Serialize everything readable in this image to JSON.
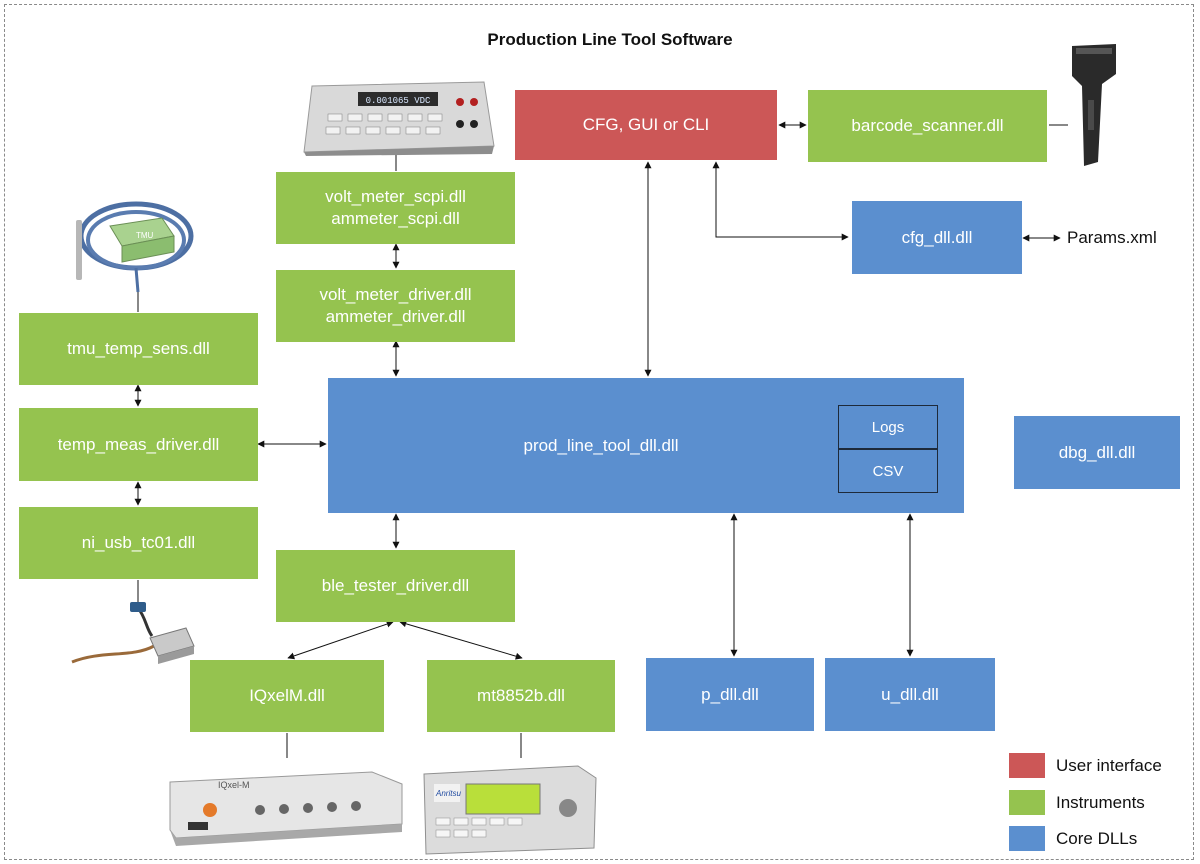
{
  "title": "Production Line Tool Software",
  "nodes": {
    "cfg_gui_cli": "CFG, GUI or CLI",
    "barcode_scanner": "barcode_scanner.dll",
    "cfg_dll": "cfg_dll.dll",
    "params_xml": "Params.xml",
    "volt_meter_scpi": "volt_meter_scpi.dll\nammeter_scpi.dll",
    "volt_meter_driver": "volt_meter_driver.dll\nammeter_driver.dll",
    "tmu_temp_sens": "tmu_temp_sens.dll",
    "temp_meas_driver": "temp_meas_driver.dll",
    "ni_usb_tc01": "ni_usb_tc01.dll",
    "prod_line_tool": "prod_line_tool_dll.dll",
    "logs": "Logs",
    "csv": "CSV",
    "dbg_dll": "dbg_dll.dll",
    "ble_tester_driver": "ble_tester_driver.dll",
    "iqxel": "IQxelM.dll",
    "mt8852b": "mt8852b.dll",
    "p_dll": "p_dll.dll",
    "u_dll": "u_dll.dll"
  },
  "images": {
    "multimeter": "multimeter-icon",
    "tmu_sensor": "tmu-sensor-icon",
    "thermocouple": "thermocouple-icon",
    "barcode_scanner": "barcode-scanner-icon",
    "iqxel_device": "iqxel-tester-icon",
    "anritsu_device": "anritsu-tester-icon",
    "iqxel_brand": "IQxel-M",
    "tmu_brand": "TMU",
    "anritsu_brand": "Anritsu",
    "multimeter_display": "0.001065 VDC"
  },
  "legend": [
    {
      "label": "User interface",
      "color": "#cc5757"
    },
    {
      "label": "Instruments",
      "color": "#95c34f"
    },
    {
      "label": "Core DLLs",
      "color": "#5b8fcf"
    }
  ],
  "colors": {
    "ui": "#cc5757",
    "instruments": "#95c34f",
    "core": "#5b8fcf"
  }
}
